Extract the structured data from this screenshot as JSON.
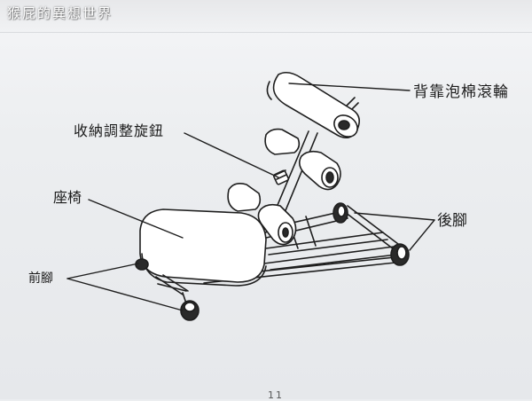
{
  "watermark": "猴屁的異想世界",
  "labels": {
    "back_foam_roller": "背靠泡棉滾輪",
    "adjustment_knob": "收納調整旋鈕",
    "seat": "座椅",
    "front_foot": "前腳",
    "rear_foot": "後腳"
  },
  "page_number": "11"
}
